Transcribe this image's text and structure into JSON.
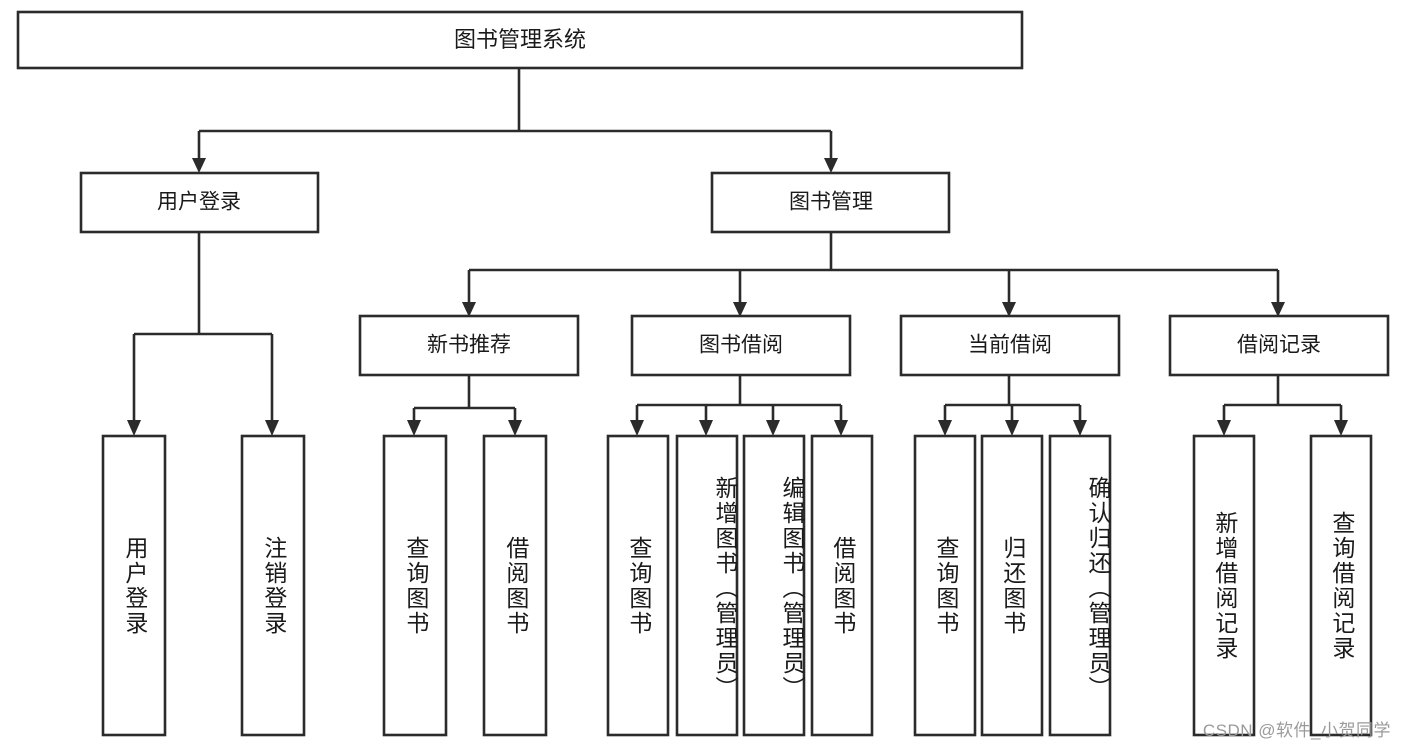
{
  "diagram": {
    "type": "tree",
    "orientation": "top-down",
    "title": "图书管理系统",
    "colors": {
      "box_fill": "#ffffff",
      "box_stroke": "#2b2b2b",
      "connector": "#2b2b2b",
      "text": "#1a1a1a",
      "watermark": "#9a9a9a"
    },
    "root": {
      "label": "图书管理系统"
    },
    "level2": [
      {
        "label": "用户登录"
      },
      {
        "label": "图书管理"
      }
    ],
    "level3": [
      {
        "label": "新书推荐"
      },
      {
        "label": "图书借阅"
      },
      {
        "label": "当前借阅"
      },
      {
        "label": "借阅记录"
      }
    ],
    "leaves": {
      "user_login": [
        {
          "label": "用户登录"
        },
        {
          "label": "注销登录"
        }
      ],
      "new_book_recommend": [
        {
          "label": "查询图书"
        },
        {
          "label": "借阅图书"
        }
      ],
      "book_borrow": [
        {
          "label": "查询图书"
        },
        {
          "label": "新增图书（管理员）"
        },
        {
          "label": "编辑图书（管理员）"
        },
        {
          "label": "借阅图书"
        }
      ],
      "current_borrow": [
        {
          "label": "查询图书"
        },
        {
          "label": "归还图书"
        },
        {
          "label": "确认归还（管理员）"
        }
      ],
      "borrow_record": [
        {
          "label": "新增借阅记录"
        },
        {
          "label": "查询借阅记录"
        }
      ]
    }
  },
  "watermark": {
    "text": "CSDN @软件_小贺同学"
  }
}
